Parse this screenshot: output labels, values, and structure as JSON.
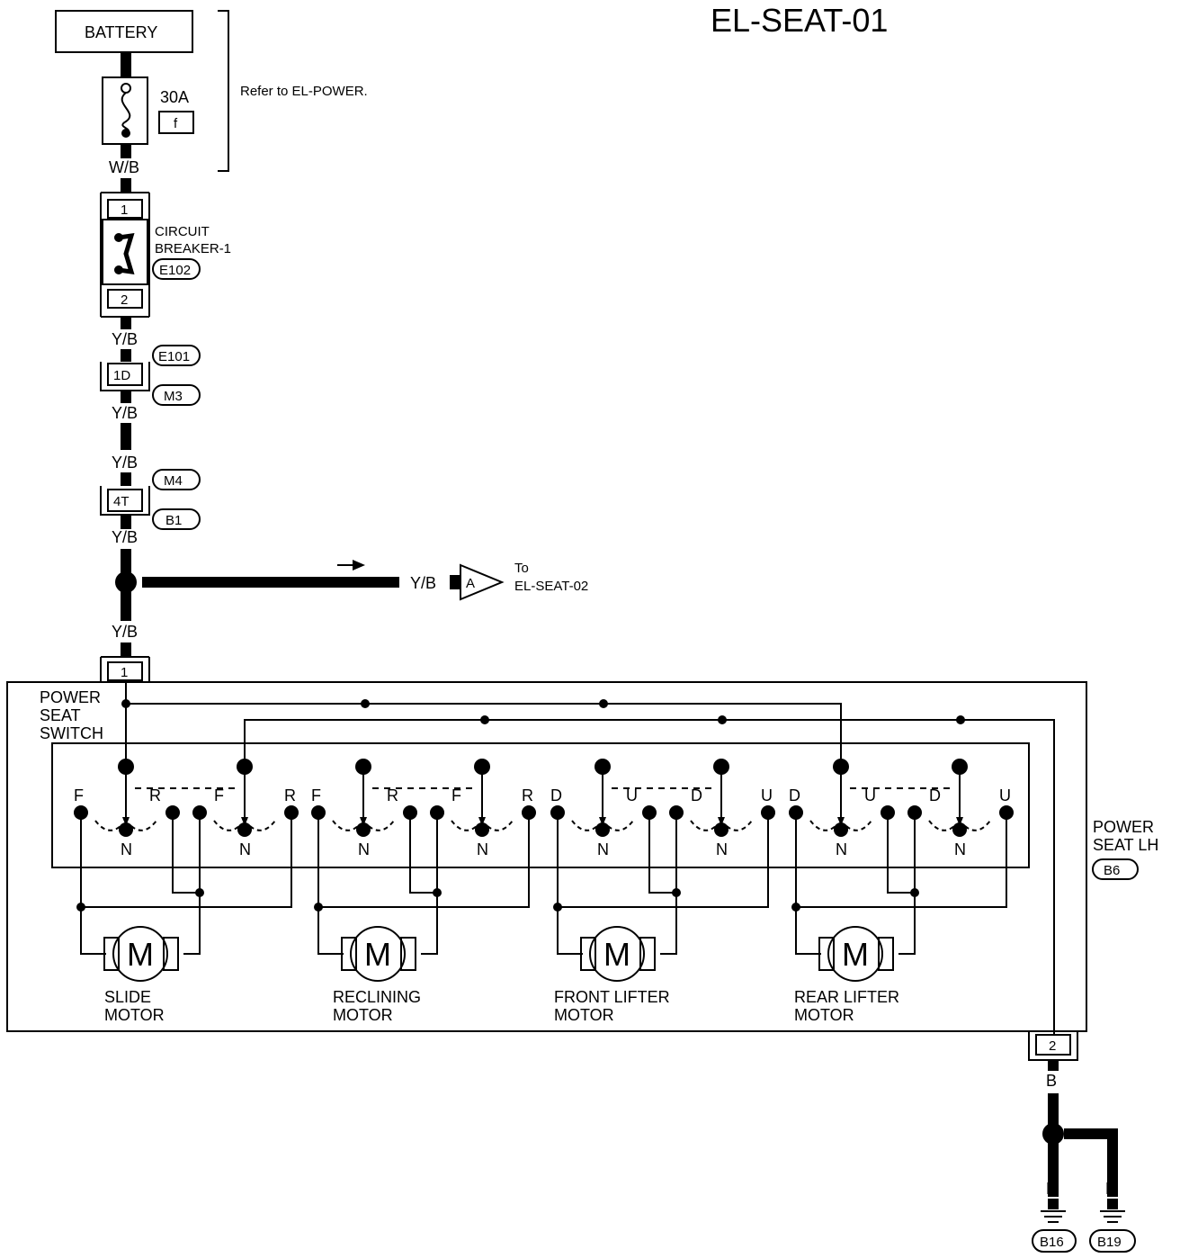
{
  "diagram": {
    "title": "EL-SEAT-01",
    "battery_label": "BATTERY",
    "fuse_rating": "30A",
    "fuse_id": "f",
    "refer_note": "Refer to EL-POWER.",
    "wire_wb": "W/B",
    "cb_pin1": "1",
    "cb_pin2": "2",
    "cb_label_1": "CIRCUIT",
    "cb_label_2": "BREAKER-1",
    "cb_connector": "E102",
    "wire_yb": "Y/B",
    "conn_1d": "1D",
    "conn_e101": "E101",
    "conn_m3": "M3",
    "conn_4t": "4T",
    "conn_m4": "M4",
    "conn_b1": "B1",
    "offpage_letter": "A",
    "offpage_to": "To",
    "offpage_target": "EL-SEAT-02",
    "seat_pin1": "1",
    "seat_pin2": "2",
    "switch_label_1": "POWER",
    "switch_label_2": "SEAT",
    "switch_label_3": "SWITCH",
    "seat_label_1": "POWER",
    "seat_label_2": "SEAT LH",
    "seat_connector": "B6",
    "wire_b": "B",
    "ground_1": "B16",
    "ground_2": "B19",
    "motor_symbol": "M",
    "neutral": "N",
    "motors": [
      {
        "line1": "SLIDE",
        "line2": "MOTOR",
        "pos_a": "F",
        "pos_b": "R"
      },
      {
        "line1": "RECLINING",
        "line2": "MOTOR",
        "pos_a": "F",
        "pos_b": "R"
      },
      {
        "line1": "FRONT LIFTER",
        "line2": "MOTOR",
        "pos_a": "D",
        "pos_b": "U"
      },
      {
        "line1": "REAR LIFTER",
        "line2": "MOTOR",
        "pos_a": "D",
        "pos_b": "U"
      }
    ]
  }
}
